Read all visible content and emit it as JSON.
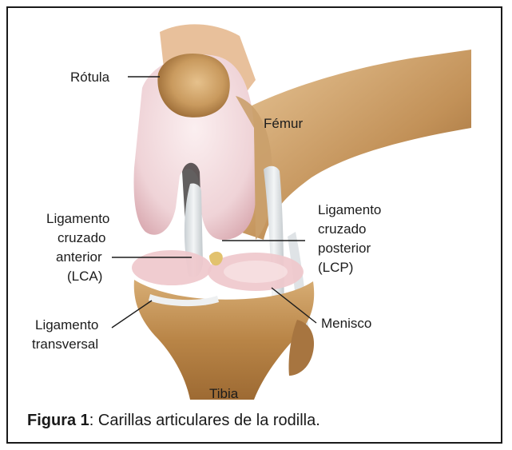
{
  "labels": {
    "rotula": "Rótula",
    "femur": "Fémur",
    "lca": [
      "Ligamento",
      "cruzado",
      "anterior",
      "(LCA)"
    ],
    "lcp": [
      "Ligamento",
      "cruzado",
      "posterior",
      "(LCP)"
    ],
    "ligamento_transversal": [
      "Ligamento",
      "transversal"
    ],
    "menisco": "Menisco",
    "tibia": "Tibia"
  },
  "caption": {
    "bold": "Figura 1",
    "text": ": Carillas articulares de la rodilla."
  },
  "colors": {
    "bone": "#c99a5e",
    "bone_dark": "#8f5f2c",
    "cartilage": "#f0d6d9",
    "ligament": "#e3e6e8"
  }
}
